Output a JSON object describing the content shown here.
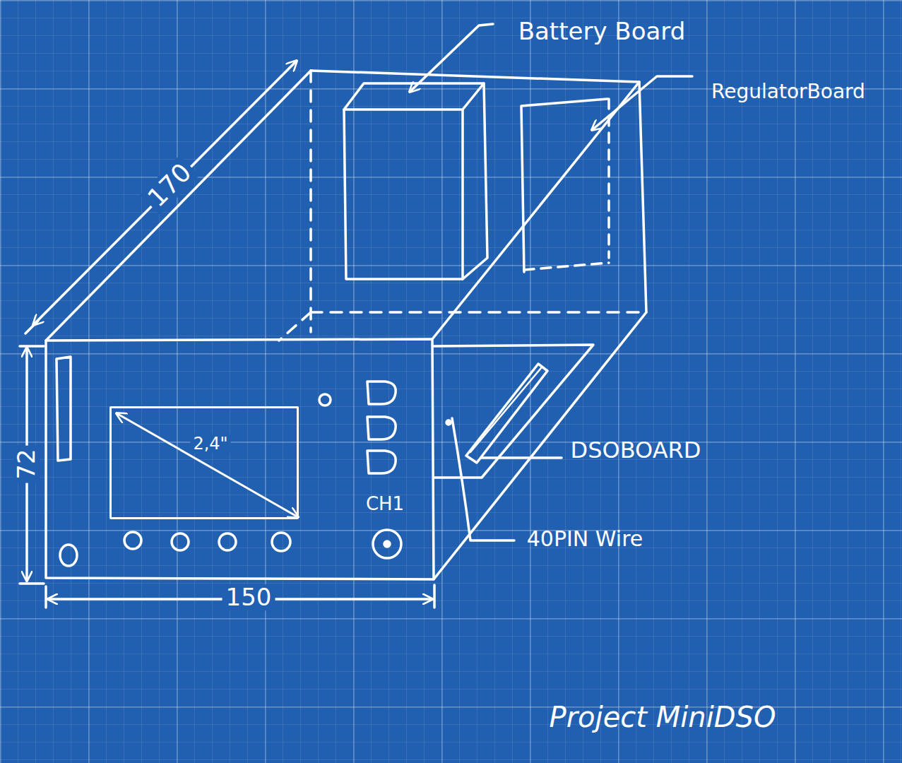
{
  "diagram": {
    "caption": "Project MiniDSO",
    "nodes": [
      {
        "text": [
          "2,4\""
        ]
      }
    ],
    "labels": [
      "Battery Board",
      "RegulatorBoard",
      "170",
      "72",
      "150",
      "CH1",
      "DSOBOARD",
      "40PIN Wire"
    ]
  }
}
